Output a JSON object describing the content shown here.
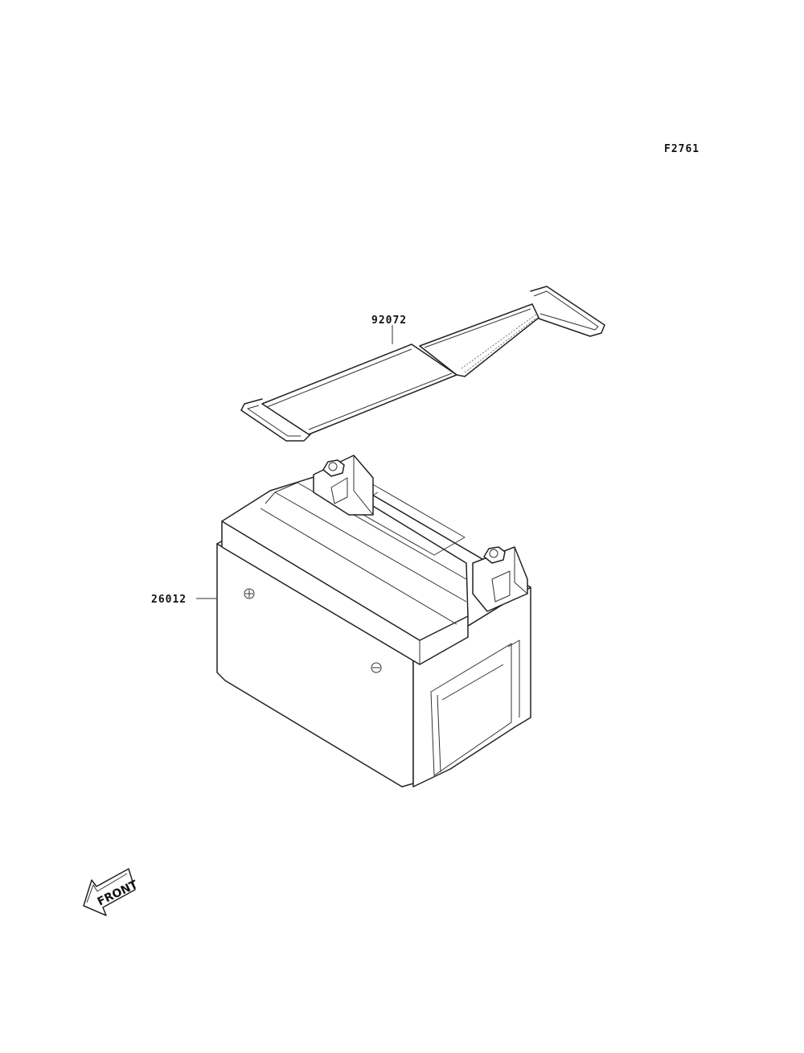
{
  "figure_code": "F2761",
  "parts": [
    {
      "number": "92072"
    },
    {
      "number": "26012"
    }
  ],
  "front_indicator": "FRONT"
}
